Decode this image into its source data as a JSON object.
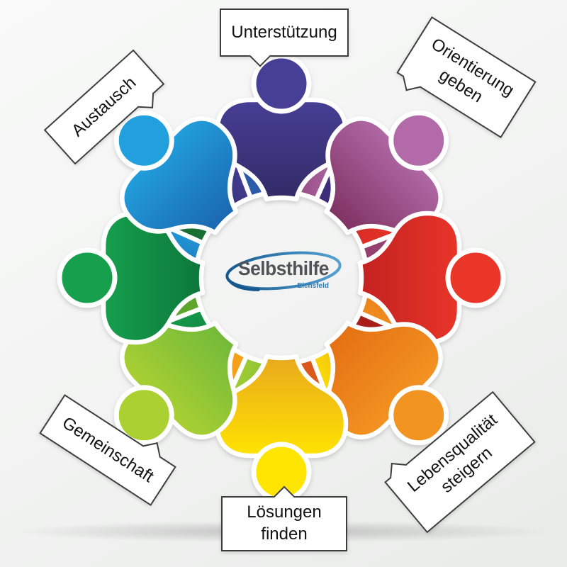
{
  "labels": {
    "unterstuetzung": {
      "lines": [
        "Unterstützung",
        ""
      ]
    },
    "orientierung": {
      "lines": [
        "Orientierung",
        "geben"
      ]
    },
    "austausch": {
      "lines": [
        "Austausch",
        ""
      ]
    },
    "gemeinschaft": {
      "lines": [
        "Gemeinschaft",
        ""
      ]
    },
    "loesungen": {
      "lines": [
        "Lösungen",
        "finden"
      ]
    },
    "lebensqualitaet": {
      "lines": [
        "Lebensqualität",
        "steigern"
      ]
    }
  },
  "logo": {
    "title": "Selbsthilfe",
    "subtitle": "Eichsfeld",
    "swoosh_color_dark": "#16588e",
    "swoosh_color_light": "#55a3d2",
    "title_color": "#515254",
    "subtitle_color": "#2e7cb4"
  },
  "figure": {
    "description": "Eight stylized people holding hands in a circle",
    "outline_color": "#ffffff",
    "people": [
      {
        "name": "indigo",
        "position": "top",
        "outer": "#473f96",
        "inner": "#312a64",
        "hand": "#3c2d7a"
      },
      {
        "name": "magenta",
        "position": "top-right",
        "outer": "#b26ba8",
        "inner": "#7c2f5e",
        "hand": "#96406f"
      },
      {
        "name": "red",
        "position": "right",
        "outer": "#ea3529",
        "inner": "#c02120",
        "hand": "#a81f1a"
      },
      {
        "name": "orange",
        "position": "bottom-right",
        "outer": "#f29422",
        "inner": "#e46f12",
        "hand": "#da581c"
      },
      {
        "name": "yellow",
        "position": "bottom",
        "outer": "#ffe500",
        "inner": "#e8a61e",
        "hand": "#f5a01a"
      },
      {
        "name": "lime",
        "position": "bottom-left",
        "outer": "#abd032",
        "inner": "#6fb83a",
        "hand": "#5fa52c"
      },
      {
        "name": "green",
        "position": "left",
        "outer": "#16a04d",
        "inner": "#0c753a",
        "hand": "#176f31"
      },
      {
        "name": "azure",
        "position": "top-left",
        "outer": "#22a0dd",
        "inner": "#1a64ae",
        "hand": "#2a5aa8"
      }
    ]
  }
}
